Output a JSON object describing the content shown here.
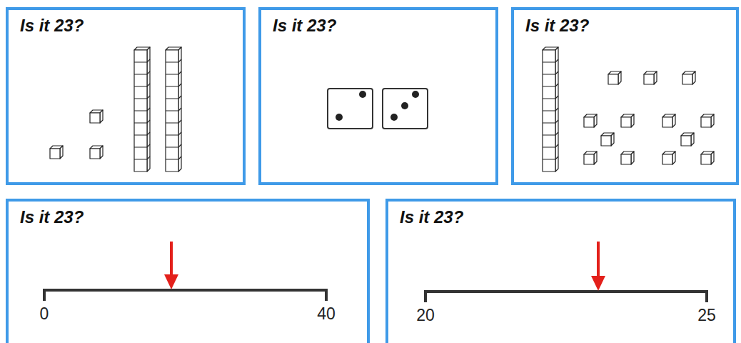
{
  "diagram": {
    "nodes": [
      {
        "text": [
          "Is it 23?"
        ]
      },
      {
        "text": [
          "Is it 23?"
        ]
      },
      {
        "text": [
          "Is it 23?"
        ]
      },
      {
        "text": [
          "Is it 23?"
        ]
      },
      {
        "text": [
          "Is it 23?"
        ]
      }
    ],
    "labels": [
      "0",
      "40",
      "20",
      "25"
    ]
  }
}
